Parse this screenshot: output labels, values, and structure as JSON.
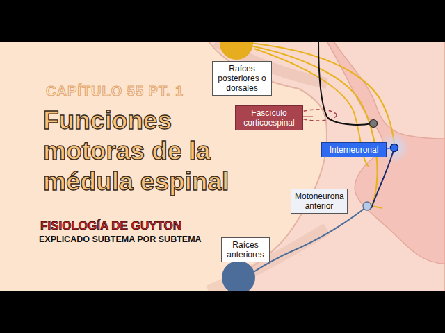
{
  "diagram": {
    "title": "Funciones motoras de la médula espinal",
    "nodes": [
      {
        "text": [
          "Raíces posteriores o dorsales"
        ]
      },
      {
        "text": [
          "Fascículo corticoespinal"
        ]
      },
      {
        "text": [
          "Interneuronal"
        ]
      },
      {
        "text": [
          "Motoneurona anterior"
        ]
      },
      {
        "text": [
          "Raíces anteriores"
        ]
      }
    ],
    "labels": [
      "CAPÍTULO 55 PT. 1",
      "FISIOLOGÍA DE GUYTON",
      "EXPLICADO SUBTEMA POR SUBTEMA"
    ]
  }
}
